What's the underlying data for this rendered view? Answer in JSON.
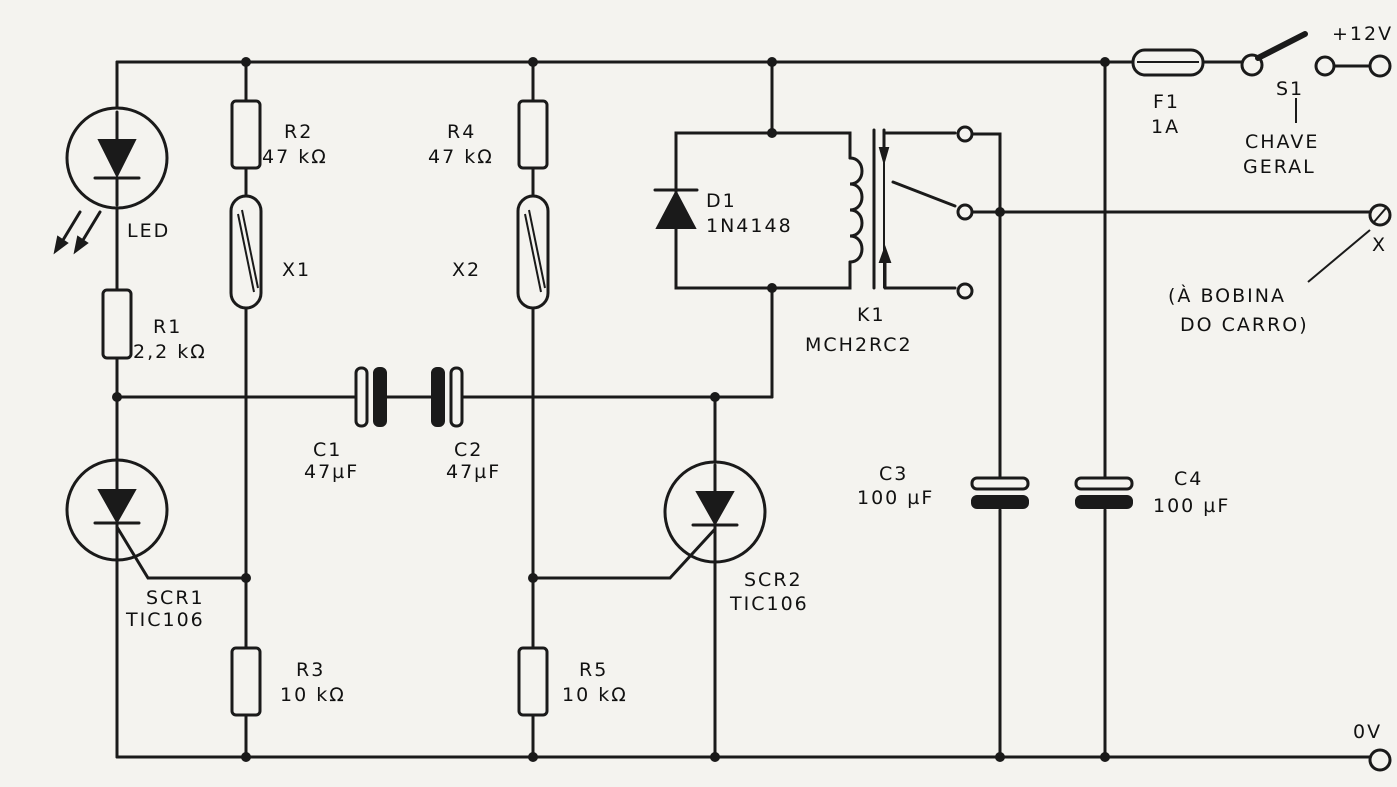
{
  "supply": {
    "positive": "+12V",
    "ground": "0V"
  },
  "components": {
    "led": {
      "name": "LED"
    },
    "r1": {
      "ref": "R1",
      "value": "2,2 kΩ"
    },
    "r2": {
      "ref": "R2",
      "value": "47 kΩ"
    },
    "r3": {
      "ref": "R3",
      "value": "10 kΩ"
    },
    "r4": {
      "ref": "R4",
      "value": "47 kΩ"
    },
    "r5": {
      "ref": "R5",
      "value": "10 kΩ"
    },
    "x1": {
      "ref": "X1"
    },
    "x2": {
      "ref": "X2"
    },
    "c1": {
      "ref": "C1",
      "value": "47µF"
    },
    "c2": {
      "ref": "C2",
      "value": "47µF"
    },
    "c3": {
      "ref": "C3",
      "value": "100 µF"
    },
    "c4": {
      "ref": "C4",
      "value": "100 µF"
    },
    "scr1": {
      "ref": "SCR1",
      "part": "TIC106"
    },
    "scr2": {
      "ref": "SCR2",
      "part": "TIC106"
    },
    "d1": {
      "ref": "D1",
      "part": "1N4148"
    },
    "k1": {
      "ref": "K1",
      "part": "MCH2RC2"
    },
    "f1": {
      "ref": "F1",
      "value": "1A"
    },
    "s1": {
      "ref": "S1",
      "line1": "CHAVE",
      "line2": "GERAL"
    }
  },
  "output": {
    "ref": "X",
    "line1": "(À BOBINA",
    "line2": "DO CARRO)"
  }
}
